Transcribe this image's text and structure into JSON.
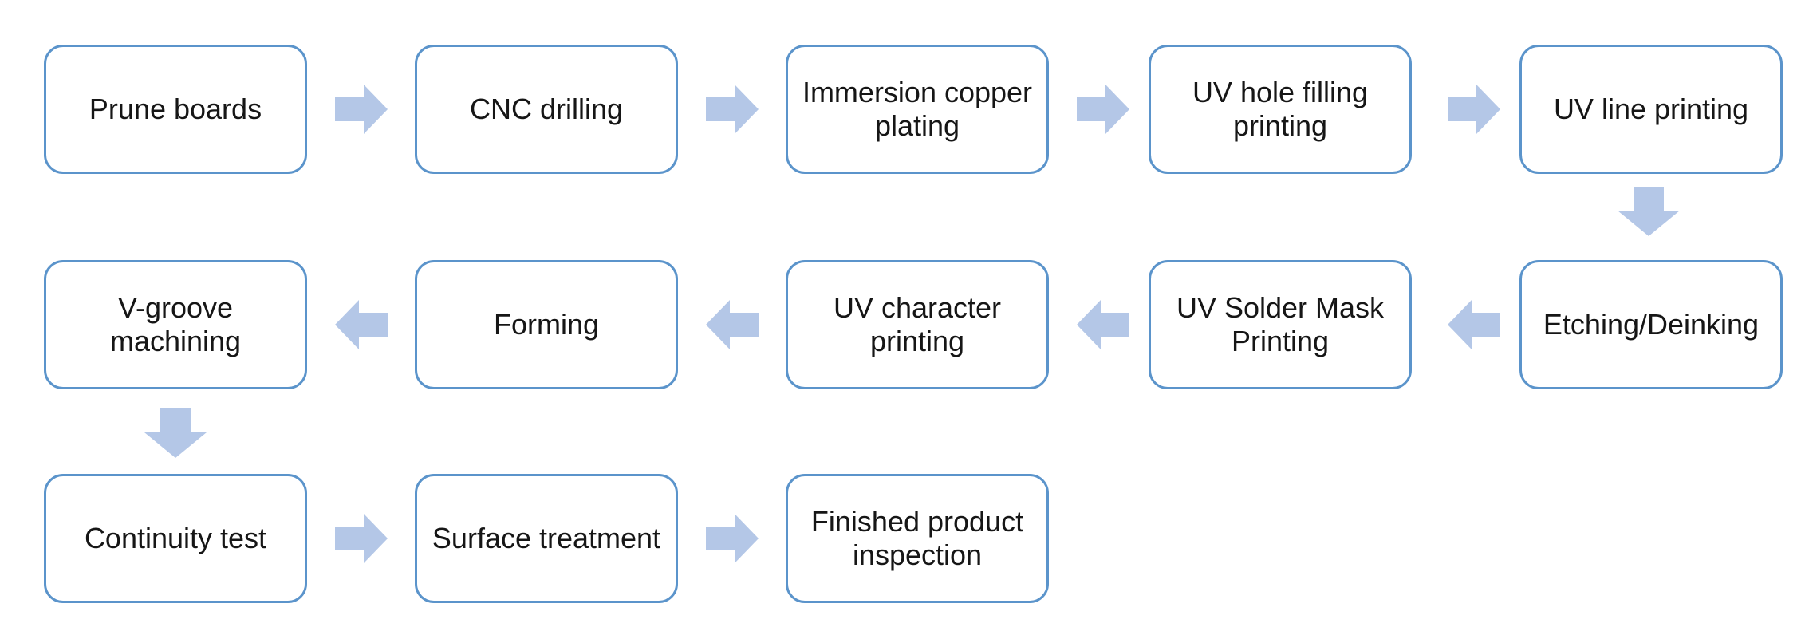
{
  "diagram": {
    "type": "flowchart",
    "subject": "process-flow",
    "nodes": [
      {
        "id": "prune-boards",
        "label": "Prune boards"
      },
      {
        "id": "cnc-drilling",
        "label": "CNC drilling"
      },
      {
        "id": "immersion-copper-plating",
        "label": "Immersion copper plating"
      },
      {
        "id": "uv-hole-filling-printing",
        "label": "UV hole filling printing"
      },
      {
        "id": "uv-line-printing",
        "label": "UV line printing"
      },
      {
        "id": "etching-deinking",
        "label": "Etching/Deinking"
      },
      {
        "id": "uv-solder-mask-printing",
        "label": "UV Solder Mask Printing"
      },
      {
        "id": "uv-character-printing",
        "label": "UV character printing"
      },
      {
        "id": "forming",
        "label": "Forming"
      },
      {
        "id": "v-groove-machining",
        "label": "V-groove machining"
      },
      {
        "id": "continuity-test",
        "label": "Continuity test"
      },
      {
        "id": "surface-treatment",
        "label": "Surface treatment"
      },
      {
        "id": "finished-product-inspection",
        "label": "Finished product inspection"
      }
    ],
    "flow_sequence": [
      "Prune boards",
      "CNC drilling",
      "Immersion copper plating",
      "UV hole filling printing",
      "UV line printing",
      "Etching/Deinking",
      "UV Solder Mask Printing",
      "UV character printing",
      "Forming",
      "V-groove machining",
      "Continuity test",
      "Surface treatment",
      "Finished product inspection"
    ],
    "edges": [
      {
        "from": "prune-boards",
        "to": "cnc-drilling",
        "direction": "right"
      },
      {
        "from": "cnc-drilling",
        "to": "immersion-copper-plating",
        "direction": "right"
      },
      {
        "from": "immersion-copper-plating",
        "to": "uv-hole-filling-printing",
        "direction": "right"
      },
      {
        "from": "uv-hole-filling-printing",
        "to": "uv-line-printing",
        "direction": "right"
      },
      {
        "from": "uv-line-printing",
        "to": "etching-deinking",
        "direction": "down"
      },
      {
        "from": "etching-deinking",
        "to": "uv-solder-mask-printing",
        "direction": "left"
      },
      {
        "from": "uv-solder-mask-printing",
        "to": "uv-character-printing",
        "direction": "left"
      },
      {
        "from": "uv-character-printing",
        "to": "forming",
        "direction": "left"
      },
      {
        "from": "forming",
        "to": "v-groove-machining",
        "direction": "left"
      },
      {
        "from": "v-groove-machining",
        "to": "continuity-test",
        "direction": "down"
      },
      {
        "from": "continuity-test",
        "to": "surface-treatment",
        "direction": "right"
      },
      {
        "from": "surface-treatment",
        "to": "finished-product-inspection",
        "direction": "right"
      }
    ]
  },
  "colors": {
    "box_border": "#5b94cb",
    "box_fill": "#ffffff",
    "arrow_fill": "#b4c7e7",
    "text_color": "#161616",
    "background": "#ffffff"
  }
}
